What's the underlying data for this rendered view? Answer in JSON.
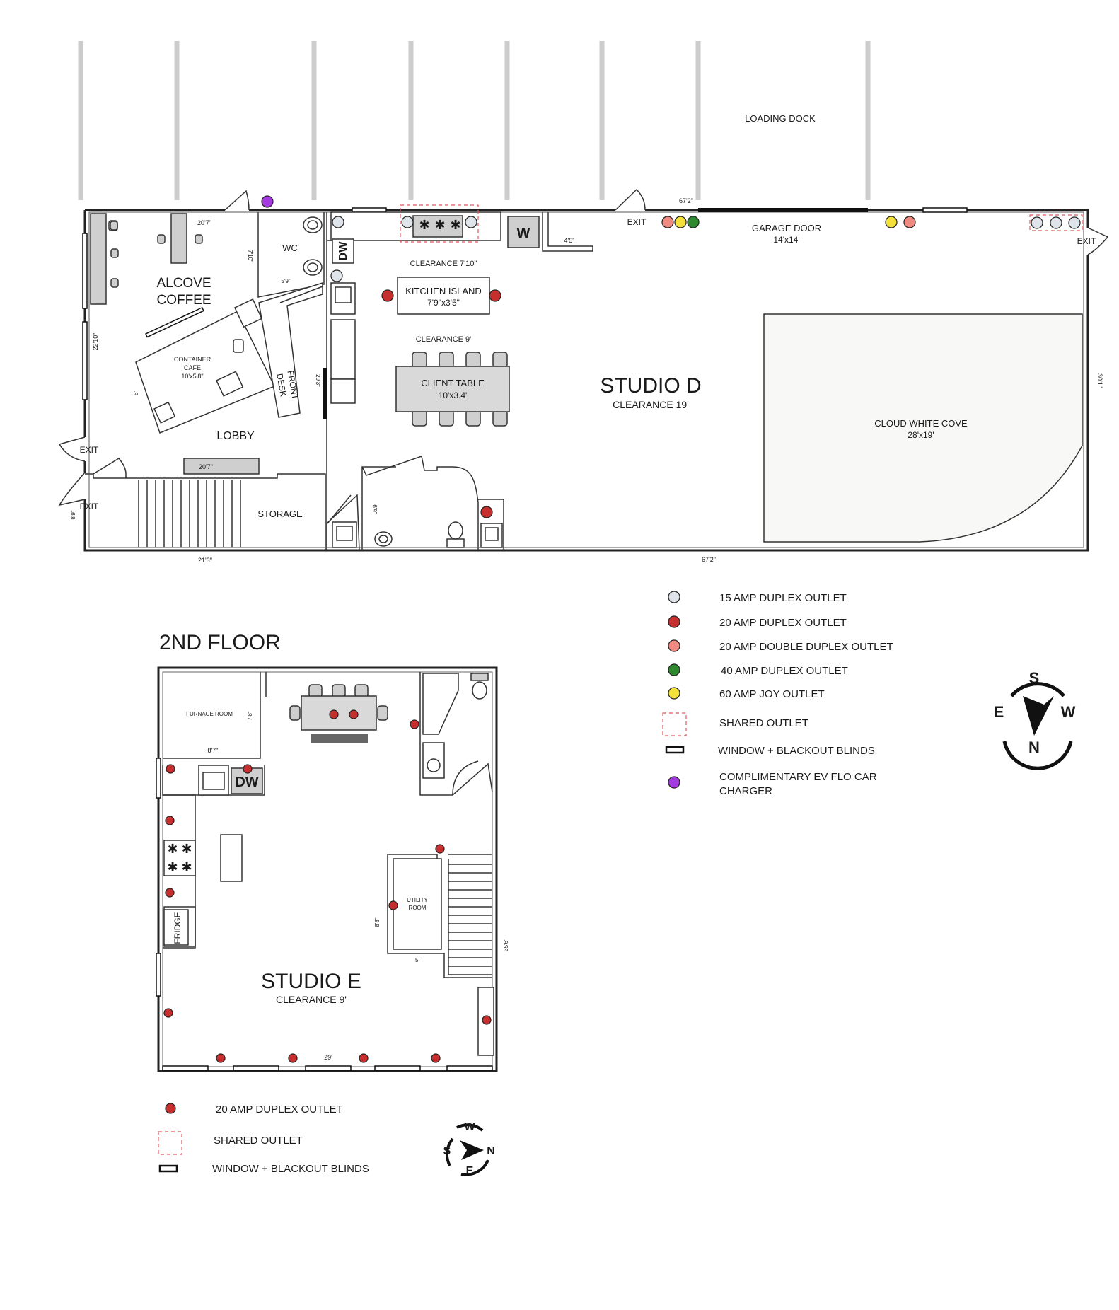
{
  "loading_dock": "LOADING DOCK",
  "floor1": {
    "dims": {
      "top_right": "67'2\"",
      "bottom_right": "67'2\"",
      "bottom_left": "21'3\"",
      "right_side": "30'1\"",
      "alcove_left": "22'10\"",
      "alcove_top": "20'7\"",
      "wc_side": "7'10\"",
      "wc_bottom": "5'9\"",
      "desk_side": "29'3\"",
      "w_side": "4'5\"",
      "stairs_top": "20'7\"",
      "exit2_side": "8'9\"",
      "bath_side": "6'9\"",
      "container_side": "6'"
    },
    "labels": {
      "alcove": "ALCOVE\nCOFFEE",
      "alcove_line1": "ALCOVE",
      "alcove_line2": "COFFEE",
      "wc": "WC",
      "container_line1": "CONTAINER",
      "container_line2": "CAFE",
      "container_size": "10'x5'8\"",
      "front_desk_line1": "FRONT",
      "front_desk_line2": "DESK",
      "lobby": "LOBBY",
      "storage": "STORAGE",
      "exit": "EXIT",
      "clearance_kitchen": "CLEARANCE 7'10\"",
      "kitchen_island": "KITCHEN ISLAND",
      "kitchen_island_size": "7'9\"x3'5\"",
      "clearance_table": "CLEARANCE 9'",
      "client_table": "CLIENT TABLE",
      "client_table_size": "10'x3.4'",
      "studio": "STUDIO D",
      "studio_clearance": "CLEARANCE 19'",
      "garage": "GARAGE DOOR",
      "garage_size": "14'x14'",
      "cove": "CLOUD WHITE COVE",
      "cove_size": "28'x19'",
      "dw": "DW",
      "w": "W"
    }
  },
  "legend1": [
    {
      "type": "o15",
      "label": "15 AMP DUPLEX OUTLET"
    },
    {
      "type": "o20",
      "label": "20 AMP DUPLEX OUTLET"
    },
    {
      "type": "o20d",
      "label": "20 AMP DOUBLE DUPLEX OUTLET"
    },
    {
      "type": "o40",
      "label": "40 AMP DUPLEX OUTLET"
    },
    {
      "type": "o60",
      "label": "60 AMP JOY OUTLET"
    },
    {
      "type": "shared",
      "label": "SHARED OUTLET"
    },
    {
      "type": "window",
      "label": "WINDOW + BLACKOUT BLINDS"
    },
    {
      "type": "ev",
      "label_line1": "COMPLIMENTARY EV FLO CAR",
      "label_line2": "CHARGER"
    }
  ],
  "compass1": {
    "top": "S",
    "left": "E",
    "right": "W",
    "bottom": "N"
  },
  "floor2": {
    "heading": "2ND FLOOR",
    "studio": "STUDIO E",
    "studio_clearance": "CLEARANCE 9'",
    "furnace": "FURNACE ROOM",
    "furnace_side": "7'8\"",
    "furnace_bottom": "8'7\"",
    "dw": "DW",
    "fridge": "FRIDGE",
    "utility_line1": "UTILITY",
    "utility_line2": "ROOM",
    "utility_side": "8'8\"",
    "utility_bottom": "5'",
    "right_side": "35'6\"",
    "bottom_dim": "29'"
  },
  "legend2": [
    {
      "type": "o20",
      "label": "20 AMP DUPLEX OUTLET"
    },
    {
      "type": "shared",
      "label": "SHARED OUTLET"
    },
    {
      "type": "window",
      "label": "WINDOW + BLACKOUT BLINDS"
    }
  ],
  "compass2": {
    "top": "W",
    "left": "S",
    "right": "N",
    "bottom": "E"
  }
}
